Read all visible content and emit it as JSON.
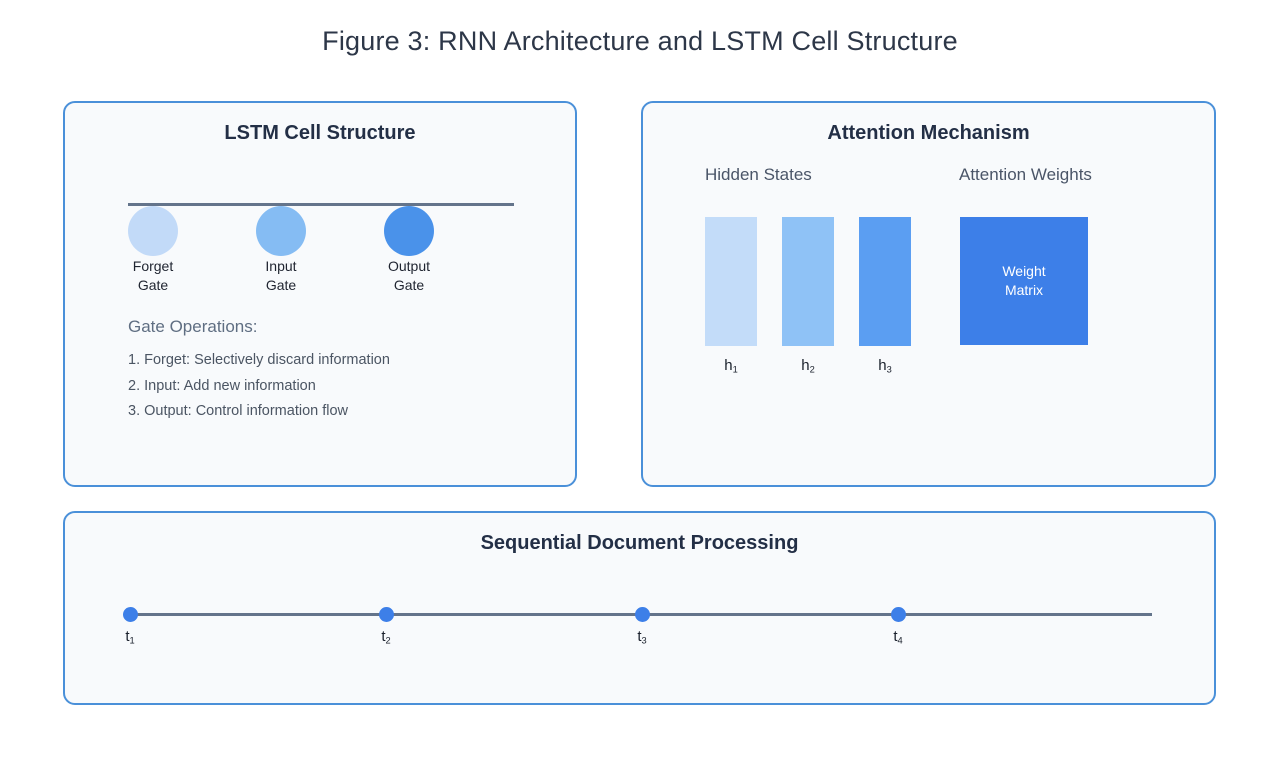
{
  "figure": {
    "title": "Figure 3: RNN Architecture and LSTM Cell Structure"
  },
  "lstm_panel": {
    "title": "LSTM Cell Structure",
    "gates": [
      {
        "name": "Forget Gate",
        "line1": "Forget",
        "line2": "Gate",
        "color": "#c2daf8"
      },
      {
        "name": "Input Gate",
        "line1": "Input",
        "line2": "Gate",
        "color": "#85bcf3"
      },
      {
        "name": "Output Gate",
        "line1": "Output",
        "line2": "Gate",
        "color": "#4a92ea"
      }
    ],
    "operations_heading": "Gate Operations:",
    "operations": [
      "1. Forget: Selectively discard information",
      "2. Input: Add new information",
      "3. Output: Control information flow"
    ]
  },
  "attention_panel": {
    "title": "Attention Mechanism",
    "hidden_states_label": "Hidden States",
    "attention_weights_label": "Attention Weights",
    "hidden_states": [
      {
        "base": "h",
        "sub": "1",
        "color": "#c3dcf9"
      },
      {
        "base": "h",
        "sub": "2",
        "color": "#8fc2f6"
      },
      {
        "base": "h",
        "sub": "3",
        "color": "#5b9ef2"
      }
    ],
    "weight_matrix": {
      "line1": "Weight",
      "line2": "Matrix",
      "color": "#3d7fe8"
    }
  },
  "sequential_panel": {
    "title": "Sequential Document Processing",
    "timesteps": [
      {
        "base": "t",
        "sub": "1"
      },
      {
        "base": "t",
        "sub": "2"
      },
      {
        "base": "t",
        "sub": "3"
      },
      {
        "base": "t",
        "sub": "4"
      }
    ],
    "dot_color": "#3d7fe8"
  },
  "colors": {
    "panel_border": "#4a90d9",
    "panel_background": "#f8fafc",
    "line": "#64748b",
    "title_text": "#2d3748",
    "heading_text": "#232f46"
  }
}
